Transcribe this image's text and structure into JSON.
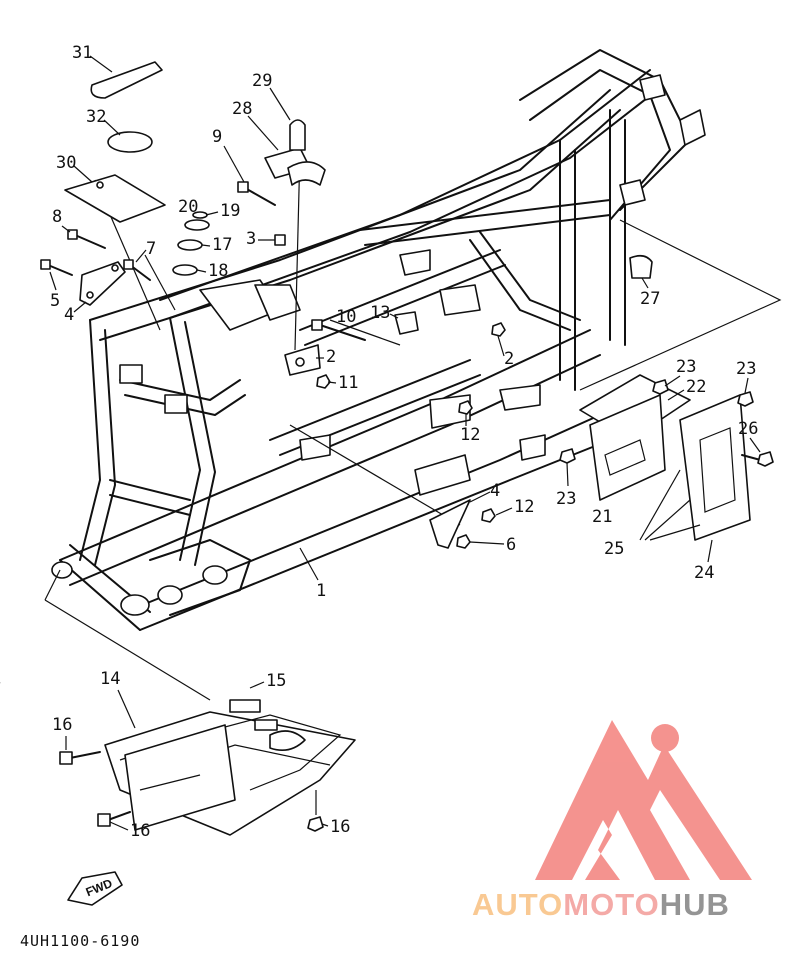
{
  "diagram_code": "4UH1100-6190",
  "fwd_label": "FWD",
  "brand": {
    "part1": "AUTO",
    "part2": "MOTO",
    "part3": "HUB",
    "color1": "#F9C58A",
    "color2": "#F4A3A0",
    "color3": "#8C8C8C",
    "mark_color": "#F48A86"
  },
  "callouts": [
    {
      "id": "c31",
      "label": "31"
    },
    {
      "id": "c32",
      "label": "32"
    },
    {
      "id": "c30",
      "label": "30"
    },
    {
      "id": "c29",
      "label": "29"
    },
    {
      "id": "c28",
      "label": "28"
    },
    {
      "id": "c9",
      "label": "9"
    },
    {
      "id": "c20",
      "label": "20"
    },
    {
      "id": "c19",
      "label": "19"
    },
    {
      "id": "c17",
      "label": "17"
    },
    {
      "id": "c18",
      "label": "18"
    },
    {
      "id": "c8",
      "label": "8"
    },
    {
      "id": "c3",
      "label": "3"
    },
    {
      "id": "c7",
      "label": "7"
    },
    {
      "id": "c5",
      "label": "5"
    },
    {
      "id": "c4a",
      "label": "4"
    },
    {
      "id": "c10",
      "label": "10"
    },
    {
      "id": "c13",
      "label": "13"
    },
    {
      "id": "c2a",
      "label": "2"
    },
    {
      "id": "c2b",
      "label": "2"
    },
    {
      "id": "c11",
      "label": "11"
    },
    {
      "id": "c27",
      "label": "27"
    },
    {
      "id": "c23a",
      "label": "23"
    },
    {
      "id": "c23b",
      "label": "23"
    },
    {
      "id": "c22",
      "label": "22"
    },
    {
      "id": "c12a",
      "label": "12"
    },
    {
      "id": "c26",
      "label": "26"
    },
    {
      "id": "c23c",
      "label": "23"
    },
    {
      "id": "c4b",
      "label": "4"
    },
    {
      "id": "c12b",
      "label": "12"
    },
    {
      "id": "c21",
      "label": "21"
    },
    {
      "id": "c6",
      "label": "6"
    },
    {
      "id": "c25",
      "label": "25"
    },
    {
      "id": "c24",
      "label": "24"
    },
    {
      "id": "c1",
      "label": "1"
    },
    {
      "id": "c14",
      "label": "14"
    },
    {
      "id": "c15",
      "label": "15"
    },
    {
      "id": "c16a",
      "label": "16"
    },
    {
      "id": "c16b",
      "label": "16"
    },
    {
      "id": "c16c",
      "label": "16"
    }
  ]
}
